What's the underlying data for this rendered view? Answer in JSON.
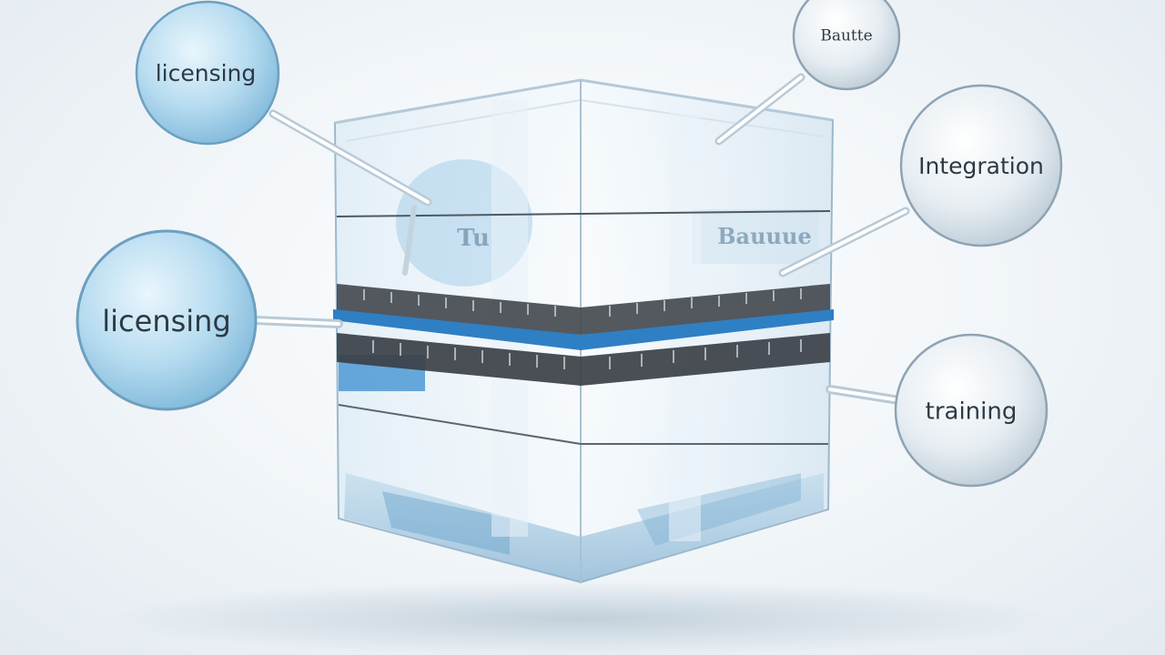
{
  "callouts": {
    "top_left": "licensing",
    "top_right_small": "Bautte",
    "right_upper": "Integration",
    "left_middle": "licensing",
    "right_lower": "training"
  },
  "cube_glyphs": {
    "left_face": "Tu",
    "right_face": "Bauuue"
  },
  "colors": {
    "accent_blue": "#2f7fc4",
    "bubble_blue": "#a9d2ea",
    "bubble_grey": "#dde5eb",
    "band_dark": "#3c4146"
  }
}
